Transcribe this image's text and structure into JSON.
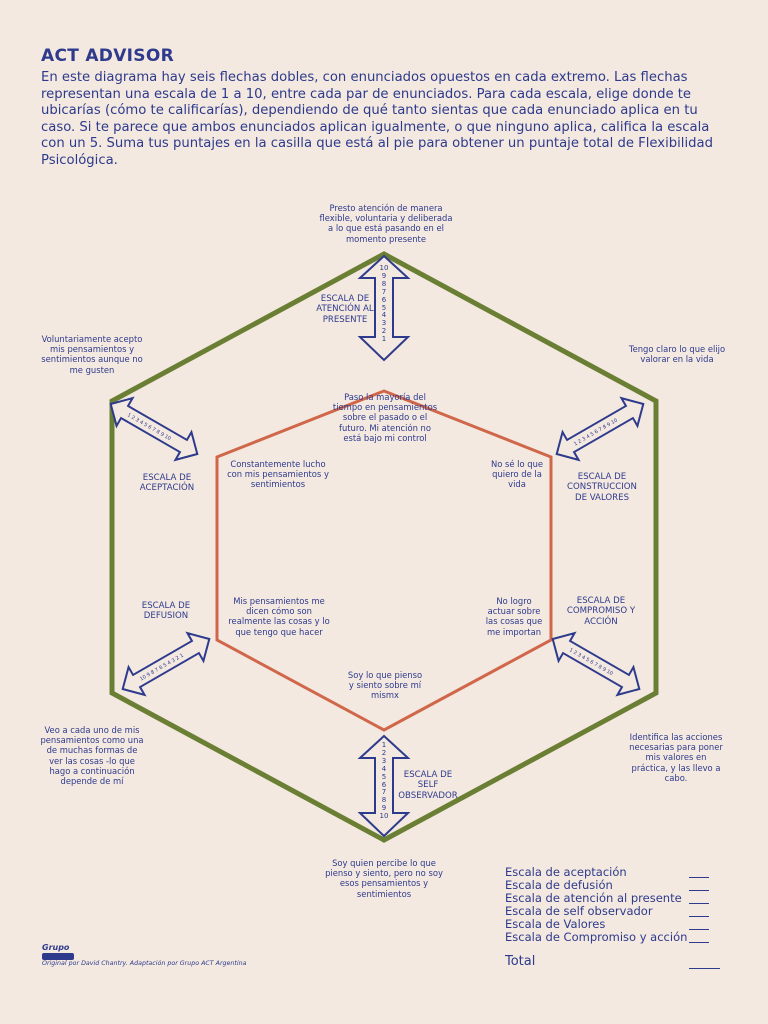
{
  "header": {
    "title": "ACT ADVISOR",
    "intro": "En este diagrama hay seis flechas dobles, con enunciados opuestos en cada extremo. Las flechas representan una escala de 1 a 10, entre cada par de enunciados. Para cada escala, elige donde te ubicarías (cómo te calificarías), dependiendo de qué tanto sientas que cada enunciado aplica en tu caso. Si te parece que ambos enunciados aplican igualmente, o que ninguno aplica, califica la escala con un 5. Suma tus puntajes en la casilla que está al pie para obtener un puntaje total de Flexibilidad Psicológica."
  },
  "colors": {
    "background": "#f3e9e0",
    "text": "#2e3a8c",
    "outer_hexagon": "#6b7f34",
    "inner_hexagon": "#d0674a",
    "arrow": "#2e3a8c"
  },
  "outer_statements": {
    "top": "Presto atención de manera flexible, voluntaria y deliberada a lo que está pasando en el momento presente",
    "top_right": "Tengo claro lo que elijo valorar en la vida",
    "bottom_right": "Identifica las acciones necesarias para poner mis valores en práctica, y las llevo a cabo.",
    "bottom": "Soy quien percibe lo que pienso y siento, pero no soy esos pensamientos y sentimientos",
    "bottom_left": "Veo a cada uno de mis pensamientos como una de muchas formas de ver las cosas -lo que hago a continuación depende de mí",
    "top_left": "Voluntariamente acepto mis pensamientos y sentimientos aunque no me gusten"
  },
  "inner_statements": {
    "top": "Paso la mayoría del tiempo en pensamientos sobre el pasado o el futuro. Mi atención no está bajo mi control",
    "top_right": "No sé lo que quiero de la vida",
    "bottom_right": "No logro actuar sobre las cosas que me importan",
    "bottom": "Soy lo que pienso y siento sobre mí mismx",
    "bottom_left": "Mis pensamientos me dicen cómo son realmente las cosas y lo que tengo que hacer",
    "top_left": "Constantemente lucho con mis pensamientos y sentimientos"
  },
  "scales": {
    "presente": "ESCALA DE ATENCIÓN AL PRESENTE",
    "valores": "ESCALA DE CONSTRUCCION DE VALORES",
    "compromiso": "ESCALA DE COMPROMISO Y ACCIÓN",
    "self": "ESCALA DE SELF OBSERVADOR",
    "defusion": "ESCALA DE DEFUSION",
    "aceptacion": "ESCALA DE ACEPTACIÓN"
  },
  "scale_numbers_top": [
    "10",
    "9",
    "8",
    "7",
    "6",
    "5",
    "4",
    "3",
    "2",
    "1"
  ],
  "scale_numbers_bottom": [
    "1",
    "2",
    "3",
    "4",
    "5",
    "6",
    "7",
    "8",
    "9",
    "10"
  ],
  "score_box": {
    "items": [
      "Escala de aceptación",
      "Escala de defusión",
      "Escala de atención al presente",
      "Escala de self observador",
      "Escala de Valores",
      "Escala de Compromiso y acción"
    ],
    "total_label": "Total"
  },
  "footer": {
    "logo": "Grupo",
    "credit": "Original por David Chantry. Adaptación por Grupo ACT Argentina"
  }
}
